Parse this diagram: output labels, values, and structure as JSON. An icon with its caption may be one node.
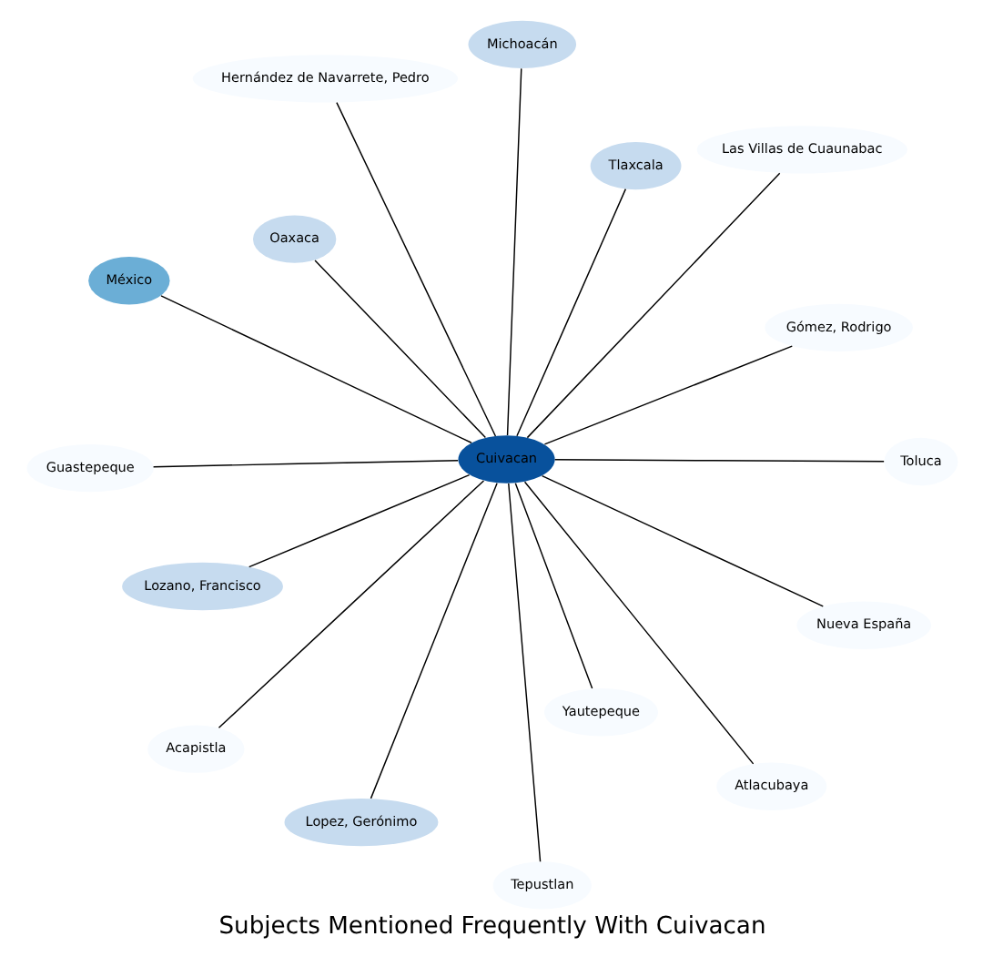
{
  "diagram": {
    "title": "Subjects Mentioned Frequently With Cuivacan",
    "nodes": [
      {
        "text": [
          "Guastepeque"
        ]
      },
      {
        "text": [
          "Gómez, Rodrigo"
        ]
      },
      {
        "text": [
          "Tepustlan"
        ]
      },
      {
        "text": [
          "Hernández de Navarrete, Pedro"
        ]
      },
      {
        "text": [
          "Tlaxcala"
        ]
      },
      {
        "text": [
          "Oaxaca"
        ]
      },
      {
        "text": [
          "Acapistla"
        ]
      },
      {
        "text": [
          "Nueva España"
        ]
      },
      {
        "text": [
          "Lozano, Francisco"
        ]
      },
      {
        "text": [
          "Cuivacan"
        ]
      },
      {
        "text": [
          "Lopez, Gerónimo"
        ]
      },
      {
        "text": [
          "México"
        ]
      },
      {
        "text": [
          "Toluca"
        ]
      },
      {
        "text": [
          "Las Villas de Cuaunabac"
        ]
      },
      {
        "text": [
          "Michoacán"
        ]
      },
      {
        "text": [
          "Yautepeque"
        ]
      },
      {
        "text": [
          "Atlacubaya"
        ]
      }
    ],
    "edges": [
      {
        "from": 9,
        "to": 0,
        "arrow": "none"
      },
      {
        "from": 9,
        "to": 1,
        "arrow": "none"
      },
      {
        "from": 9,
        "to": 2,
        "arrow": "none"
      },
      {
        "from": 9,
        "to": 3,
        "arrow": "none"
      },
      {
        "from": 9,
        "to": 4,
        "arrow": "none"
      },
      {
        "from": 9,
        "to": 5,
        "arrow": "none"
      },
      {
        "from": 9,
        "to": 6,
        "arrow": "none"
      },
      {
        "from": 9,
        "to": 7,
        "arrow": "none"
      },
      {
        "from": 9,
        "to": 8,
        "arrow": "none"
      },
      {
        "from": 9,
        "to": 10,
        "arrow": "none"
      },
      {
        "from": 9,
        "to": 11,
        "arrow": "none"
      },
      {
        "from": 9,
        "to": 12,
        "arrow": "none"
      },
      {
        "from": 9,
        "to": 13,
        "arrow": "none"
      },
      {
        "from": 9,
        "to": 14,
        "arrow": "none"
      },
      {
        "from": 9,
        "to": 15,
        "arrow": "none"
      },
      {
        "from": 9,
        "to": 16,
        "arrow": "none"
      }
    ]
  }
}
